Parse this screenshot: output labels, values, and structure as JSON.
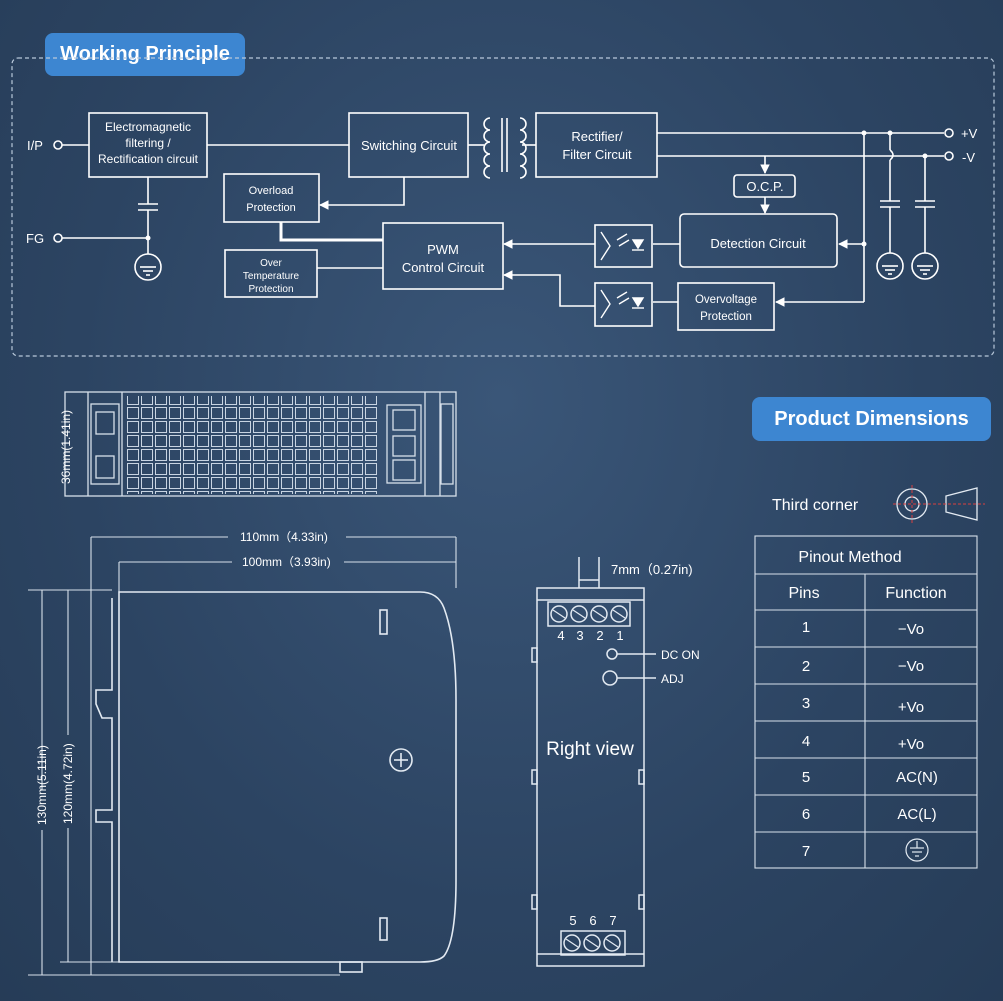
{
  "working_principle": {
    "title": "Working Principle",
    "input_label": "I/P",
    "fg_label": "FG",
    "emi_block": [
      "Electromagnetic",
      "filtering /",
      "Rectification circuit"
    ],
    "switching_block": "Switching Circuit",
    "rectifier_block": [
      "Rectifier/",
      "Filter Circuit"
    ],
    "overload_block": [
      "Overload",
      "Protection"
    ],
    "over_temp_block": [
      "Over",
      "Temperature",
      "Protection"
    ],
    "pwm_block": [
      "PWM",
      "Control Circuit"
    ],
    "ocp_block": "O.C.P.",
    "detection_block": "Detection Circuit",
    "overvoltage_block": [
      "Overvoltage",
      "Protection"
    ],
    "out_pos": "+V",
    "out_neg": "-V"
  },
  "product_dimensions": {
    "title": "Product Dimensions",
    "dim_36": "36mm(1.41in)",
    "dim_110": "110mm（4.33in)",
    "dim_100": "100mm（3.93in)",
    "dim_130": "130mm(5.11in)",
    "dim_120": "120mm(4.72in)",
    "dim_7": "7mm（0.27in)",
    "right_view": "Right view",
    "top_pins": [
      "4",
      "3",
      "2",
      "1"
    ],
    "bottom_pins": [
      "5",
      "6",
      "7"
    ],
    "dc_on": "DC ON",
    "adj": "ADJ",
    "third_corner": "Third corner"
  },
  "pinout": {
    "title": "Pinout Method",
    "col_pins": "Pins",
    "col_function": "Function",
    "rows": [
      {
        "pin": "1",
        "function": "−Vo"
      },
      {
        "pin": "2",
        "function": "−Vo"
      },
      {
        "pin": "3",
        "function": "+Vo"
      },
      {
        "pin": "4",
        "function": "+Vo"
      },
      {
        "pin": "5",
        "function": "AC(N)"
      },
      {
        "pin": "6",
        "function": "AC(L)"
      },
      {
        "pin": "7",
        "function": "",
        "icon": "ground-icon"
      }
    ]
  }
}
